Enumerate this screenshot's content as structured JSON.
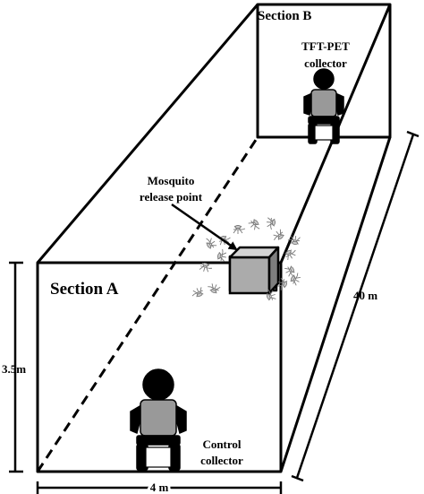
{
  "labels": {
    "section_a": "Section A",
    "section_b": "Section B",
    "tft_collector_line1": "TFT-PET",
    "tft_collector_line2": "collector",
    "release_line1": "Mosquito",
    "release_line2": "release point",
    "control_line1": "Control",
    "control_line2": "collector",
    "height": "3.5m",
    "width": "4 m",
    "length": "40 m"
  }
}
